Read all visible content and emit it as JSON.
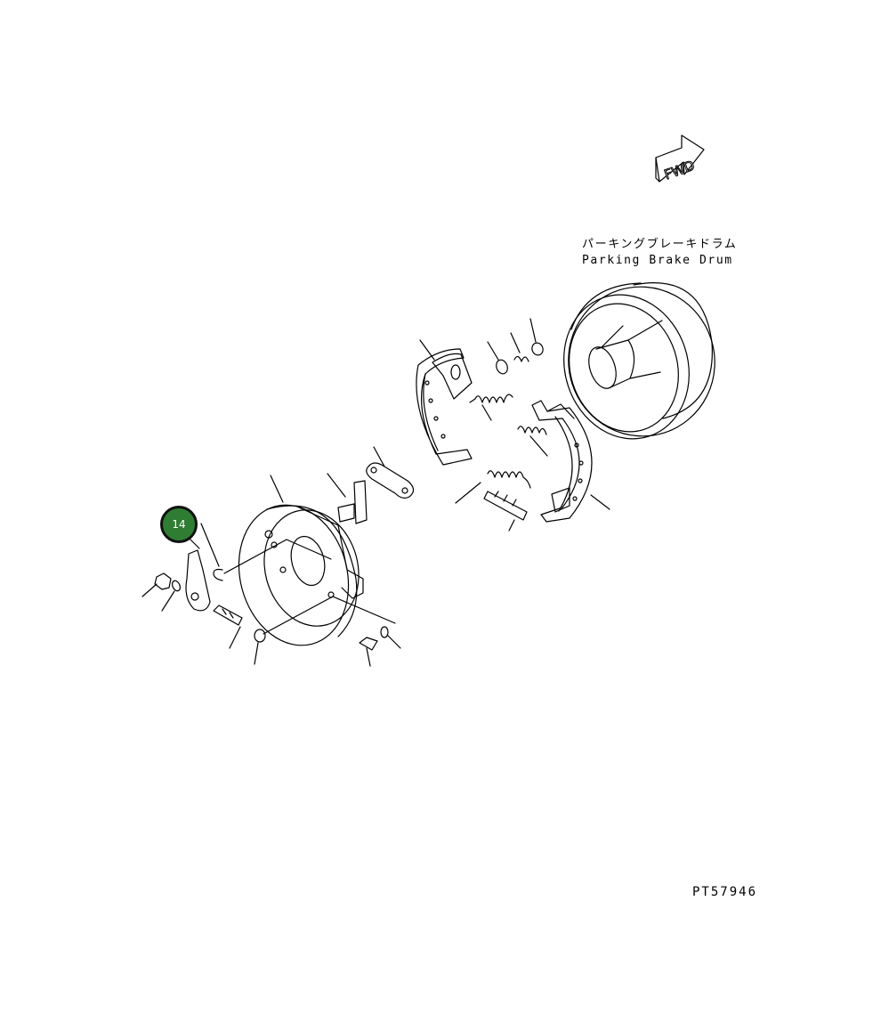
{
  "direction_indicator": {
    "text": "FWD"
  },
  "drum_label": {
    "japanese": "パーキングブレーキドラム",
    "english": "Parking Brake Drum"
  },
  "callout": {
    "number": "14",
    "color": "#2f7d32"
  },
  "drawing_code": "PT57946"
}
